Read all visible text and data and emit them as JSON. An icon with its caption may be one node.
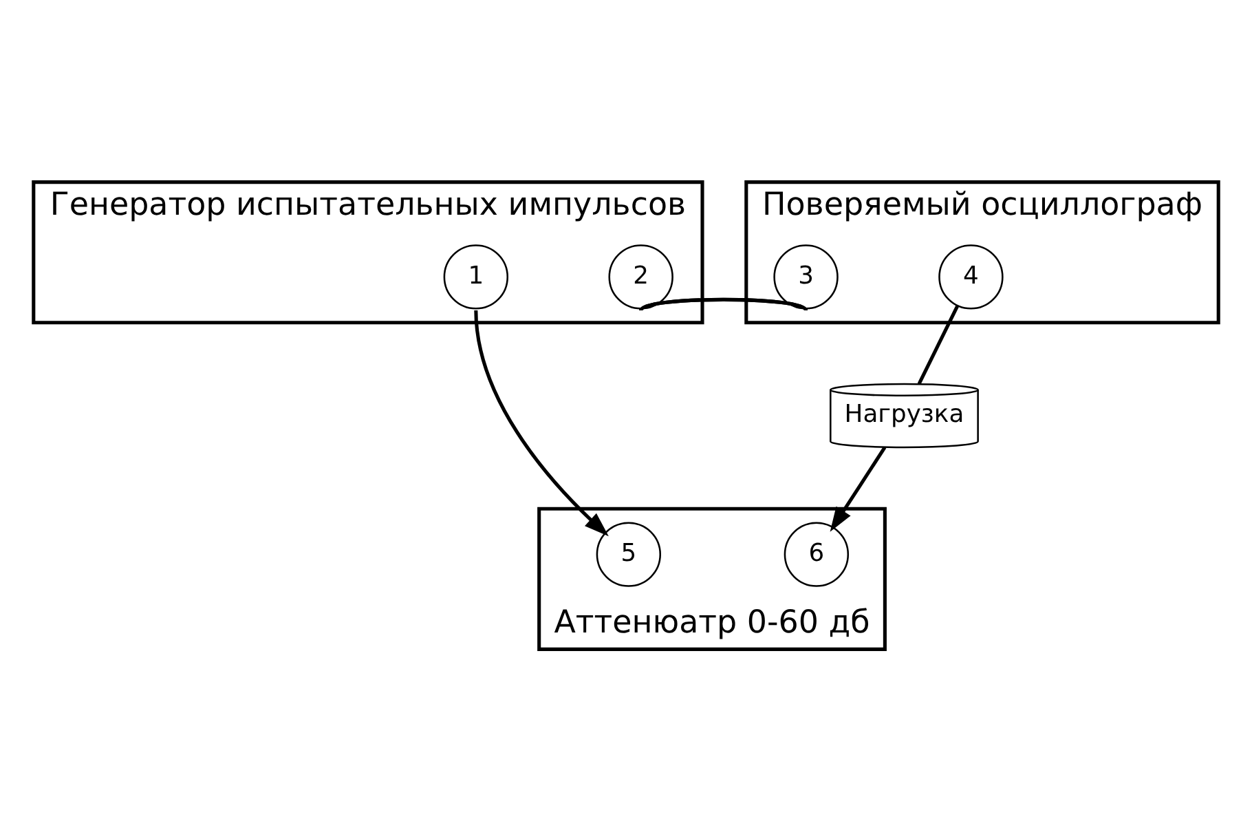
{
  "diagram": {
    "nodes": [
      {
        "text": [
          "Генератор испытательных импульсов"
        ]
      },
      {
        "text": [
          "1"
        ],
        "in": 0
      },
      {
        "text": [
          "2"
        ],
        "in": 0
      },
      {
        "text": [
          "Поверяемый осциллограф"
        ]
      },
      {
        "text": [
          "3"
        ],
        "in": 3
      },
      {
        "text": [
          "4"
        ],
        "in": 3
      },
      {
        "text": [
          "Нагрузка"
        ]
      },
      {
        "text": [
          "Аттенюатр 0-60 дб"
        ]
      },
      {
        "text": [
          "5"
        ],
        "in": 7
      },
      {
        "text": [
          "6"
        ],
        "in": 7
      }
    ],
    "edges": [
      {
        "from": 1,
        "to": 8,
        "arrow": "to"
      },
      {
        "from": 2,
        "to": 4,
        "arrow": "none"
      },
      {
        "from": 5,
        "to": 6,
        "arrow": "none"
      },
      {
        "from": 6,
        "to": 9,
        "arrow": "to"
      }
    ]
  }
}
